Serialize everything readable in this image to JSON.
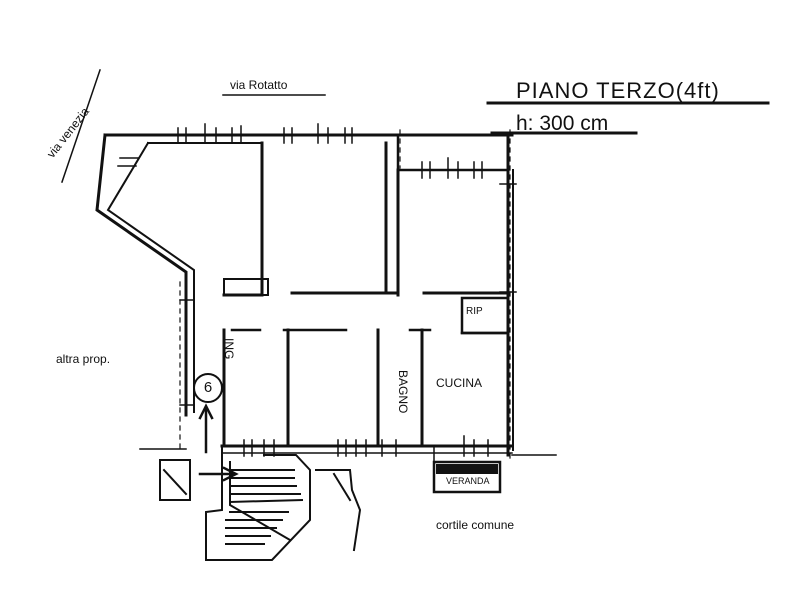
{
  "plan": {
    "title": "PIANO TERZO(4ft)",
    "height": "h: 300 cm",
    "street_top": "via  Rotatto",
    "street_diagonal": "via  venezia",
    "neighbor": "altra prop.",
    "courtyard": "cortile comune",
    "room_bathroom": "BAGNO",
    "room_kitchen": "CUCINA",
    "room_storage": "RIP",
    "room_veranda": "VERANDA",
    "entrance": "ING",
    "stair_marker": "6"
  }
}
